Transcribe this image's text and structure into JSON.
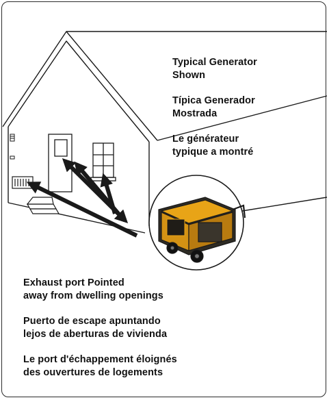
{
  "captions_top": [
    "Typical Generator\nShown",
    "Típica Generador\nMostrada",
    "Le générateur\ntypique a montré"
  ],
  "captions_bottom": [
    "Exhaust port Pointed\naway from dwelling openings",
    "Puerto de escape apuntando\nlejos de aberturas de vivienda",
    "Le port d'échappement éloignés\ndes ouvertures de logements"
  ],
  "colors": {
    "generator_frame": "#e8a417",
    "line": "#1a1a1a"
  }
}
